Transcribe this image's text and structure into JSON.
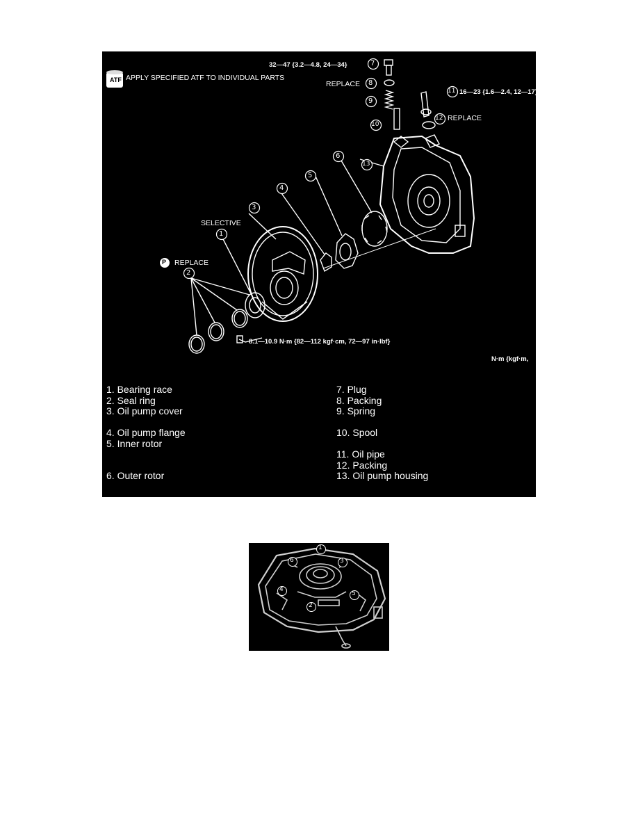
{
  "diagram": {
    "atf_badge": "ATF",
    "atf_note": "APPLY SPECIFIED ATF TO INDIVIDUAL PARTS",
    "torque_plug": "32—47 {3.2—4.8, 24—34}",
    "torque_pipe": "16—23 {1.6—2.4, 12—17}",
    "torque_bolt": "8.1—10.9 N·m {82—112 kgf·cm, 72—97 in·lbf}",
    "replace_8": "REPLACE",
    "replace_12": "REPLACE",
    "replace_2": "REPLACE",
    "p_badge": "P",
    "selective": "SELECTIVE",
    "unit_note": "N·m {kgf·m,",
    "callouts": [
      "1",
      "2",
      "3",
      "4",
      "5",
      "6",
      "7",
      "8",
      "9",
      "10",
      "11",
      "12",
      "13"
    ]
  },
  "legend_left": [
    "1. Bearing race",
    "2. Seal ring",
    "3. Oil pump cover",
    "",
    "4. Oil pump flange",
    "5. Inner rotor",
    "",
    "",
    "6. Outer rotor"
  ],
  "legend_right": [
    "7. Plug",
    "8. Packing",
    "9. Spring",
    "",
    "10. Spool",
    "",
    "11. Oil pipe",
    "12. Packing",
    "13. Oil pump housing"
  ],
  "photo": {
    "callouts": [
      "1",
      "2",
      "3",
      "4",
      "5",
      "6"
    ]
  }
}
